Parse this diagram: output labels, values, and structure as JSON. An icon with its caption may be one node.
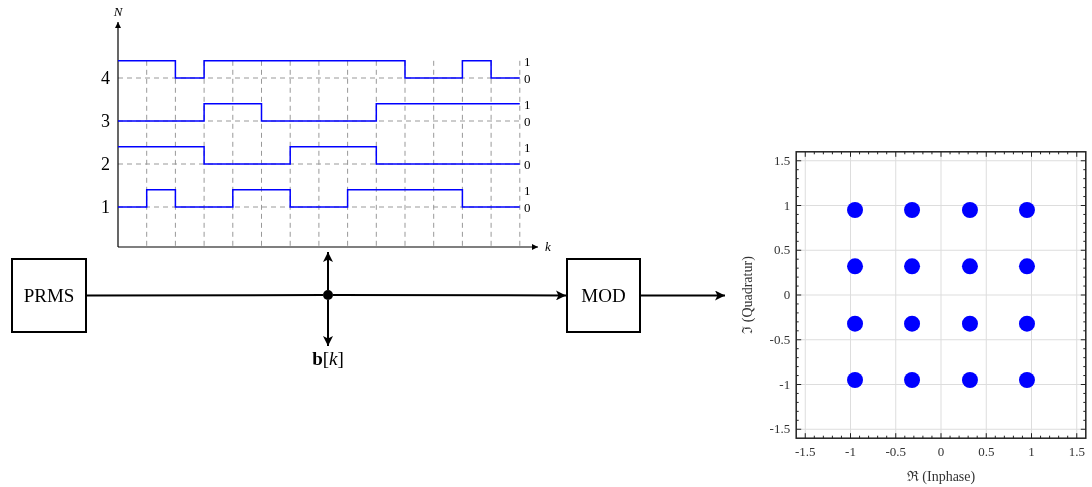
{
  "diagram": {
    "nodes": [
      {
        "text": [
          "PRMS"
        ]
      },
      {
        "text": [
          "MOD"
        ]
      },
      {
        "text": [],
        "shape": "circle"
      },
      {
        "text": [
          "**b**[*k*]"
        ]
      }
    ],
    "edges": [
      {
        "from": 0,
        "to": 2,
        "arrow": "none"
      },
      {
        "from": 2,
        "to": 1,
        "arrow": "to"
      },
      {
        "from": 2,
        "to": 3,
        "arrow": "to"
      },
      {
        "from": 2,
        "to": null,
        "arrow": "to"
      },
      {
        "from": 1,
        "to": null,
        "arrow": "to"
      }
    ],
    "labels": [
      "N",
      "1",
      "4",
      "0",
      "1",
      "3",
      "0",
      "1",
      "2",
      "0",
      "1",
      "1",
      "0",
      "k"
    ],
    "chart_data": {
      "type": "scatter",
      "xlabel": "ℜ (Inphase)",
      "ylabel": "ℑ (Quadratur)",
      "xlim": [
        -1.6,
        1.6
      ],
      "ylim": [
        -1.6,
        1.6
      ],
      "grid": true,
      "xticks": [
        -1.5,
        -1,
        -0.5,
        0,
        0.5,
        1,
        1.5
      ],
      "yticks": [
        -1.5,
        -1,
        -0.5,
        0,
        0.5,
        1,
        1.5
      ],
      "x": [
        -0.95,
        -0.32,
        0.32,
        0.95,
        -0.95,
        -0.32,
        0.32,
        0.95,
        -0.95,
        -0.32,
        0.32,
        0.95,
        -0.95,
        -0.32,
        0.32,
        0.95
      ],
      "series": [
        {
          "color": "#0000ff",
          "values": [
            0.95,
            0.95,
            0.95,
            0.95,
            0.32,
            0.32,
            0.32,
            0.32,
            -0.32,
            -0.32,
            -0.32,
            -0.32,
            -0.95,
            -0.95,
            -0.95,
            -0.95
          ]
        }
      ]
    }
  }
}
